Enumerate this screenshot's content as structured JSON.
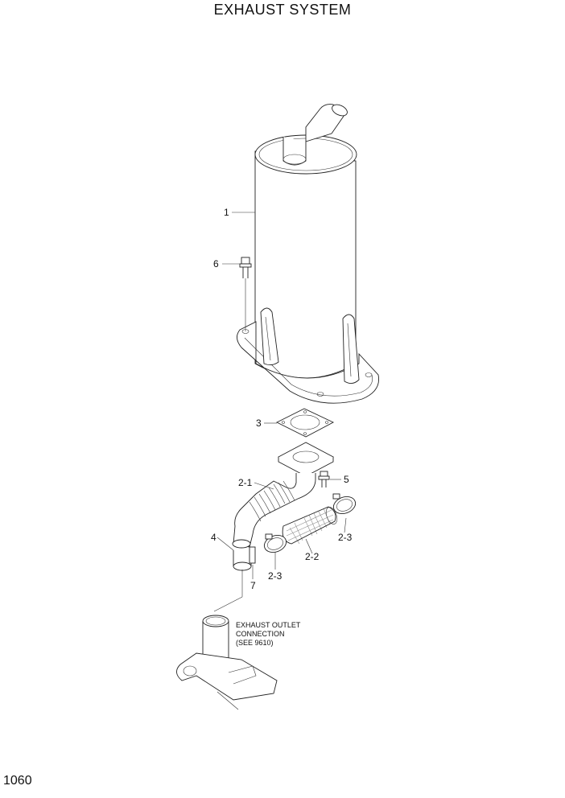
{
  "title": "EXHAUST SYSTEM",
  "page_number": "1060",
  "callouts": {
    "c1": "1",
    "c6": "6",
    "c3": "3",
    "c5": "5",
    "c2_1": "2-1",
    "c4": "4",
    "c2_3_right": "2-3",
    "c2_2": "2-2",
    "c2_3_left": "2-3",
    "c7": "7"
  },
  "note": {
    "line1": "EXHAUST OUTLET",
    "line2": "CONNECTION",
    "line3": "(SEE 9610)"
  }
}
